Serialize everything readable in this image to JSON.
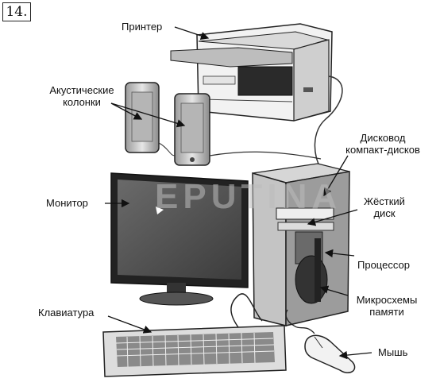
{
  "figure_number": "14.",
  "labels": {
    "printer": "Принтер",
    "speakers_line1": "Акустические",
    "speakers_line2": "колонки",
    "cd_drive_line1": "Дисковод",
    "cd_drive_line2": "компакт-дисков",
    "monitor": "Монитор",
    "hard_disk_line1": "Жёсткий",
    "hard_disk_line2": "диск",
    "processor": "Процессор",
    "memory_line1": "Микросхемы",
    "memory_line2": "памяти",
    "keyboard": "Клавиатура",
    "mouse": "Мышь"
  },
  "watermark": "EPUTINA"
}
